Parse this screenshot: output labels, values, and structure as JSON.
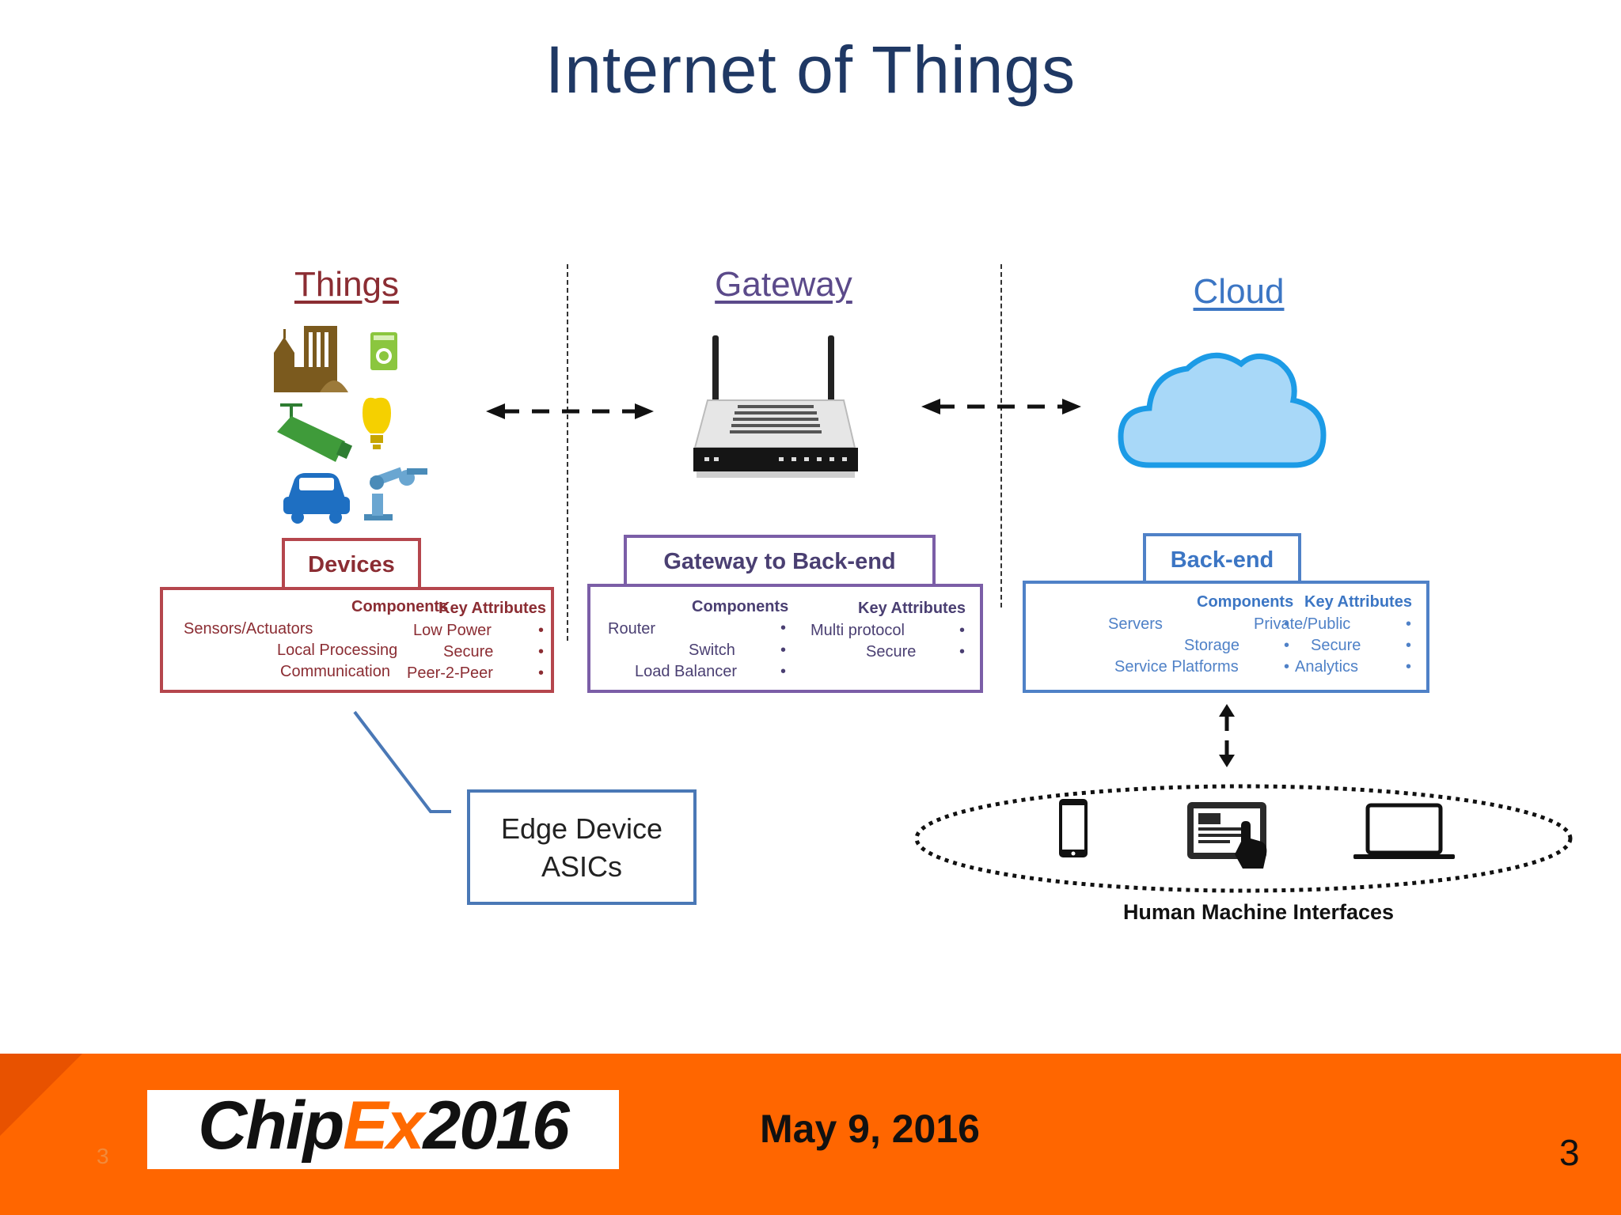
{
  "title": "Internet of Things",
  "columns": {
    "things": "Things",
    "gateway": "Gateway",
    "cloud": "Cloud"
  },
  "devices": {
    "tab": "Devices",
    "components_header": "Components",
    "attributes_header": "Key Attributes",
    "components": [
      "Sensors/Actuators",
      "Local Processing",
      "Communication"
    ],
    "attributes": [
      "Low Power",
      "Secure",
      "Peer-2-Peer"
    ]
  },
  "gateway_backend": {
    "tab": "Gateway to Back-end",
    "components_header": "Components",
    "attributes_header": "Key Attributes",
    "components": [
      "Router",
      "Switch",
      "Load Balancer"
    ],
    "attributes": [
      "Multi protocol",
      "Secure"
    ]
  },
  "backend": {
    "tab": "Back-end",
    "components_header": "Components",
    "attributes_header": "Key Attributes",
    "components": [
      "Servers",
      "Storage",
      "Service Platforms"
    ],
    "attributes": [
      "Private/Public",
      "Secure",
      "Analytics"
    ]
  },
  "edge_box": {
    "line1": "Edge Device",
    "line2": "ASICs"
  },
  "hmi_label": "Human Machine Interfaces",
  "footer": {
    "logo_part1": "Chip",
    "logo_part2": "Ex",
    "logo_part3": "2016",
    "date": "May 9, 2016",
    "page_number": "3",
    "page_number_small": "3"
  },
  "icons": [
    "city-buildings-icon",
    "washing-machine-icon",
    "security-camera-icon",
    "light-bulb-icon",
    "car-icon",
    "robot-arm-icon",
    "router-icon",
    "cloud-icon",
    "smartphone-icon",
    "tablet-touch-icon",
    "laptop-icon"
  ],
  "colors": {
    "things": "#b5464d",
    "gateway": "#7b5ea7",
    "cloud": "#4f81c7",
    "footer": "#ff6600",
    "title": "#1f3864"
  }
}
